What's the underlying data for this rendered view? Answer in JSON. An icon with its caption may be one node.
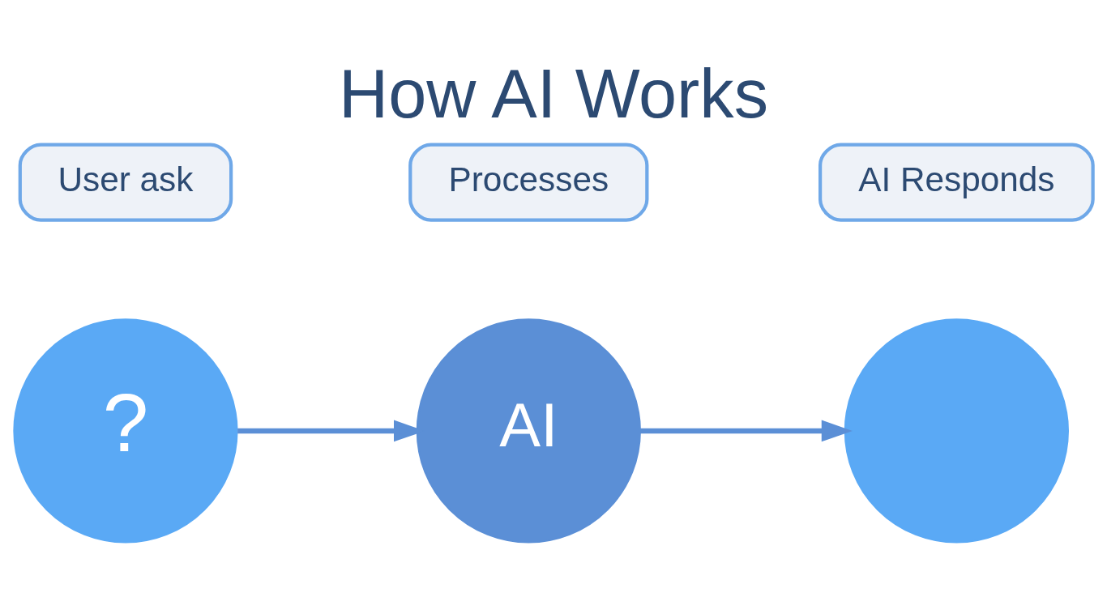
{
  "diagram": {
    "title": "How AI Works",
    "nodes": [
      {
        "text": [
          "?"
        ]
      },
      {
        "text": [
          "AI"
        ]
      },
      {
        "text": [],
        "shape": "circle"
      },
      {
        "text": [
          "User ask"
        ]
      },
      {
        "text": [
          "Processes"
        ]
      },
      {
        "text": [
          "AI Responds"
        ]
      }
    ],
    "edges": [
      {
        "from": 0,
        "to": 1,
        "arrow": "to"
      },
      {
        "from": 1,
        "to": 2,
        "arrow": "to"
      }
    ]
  }
}
